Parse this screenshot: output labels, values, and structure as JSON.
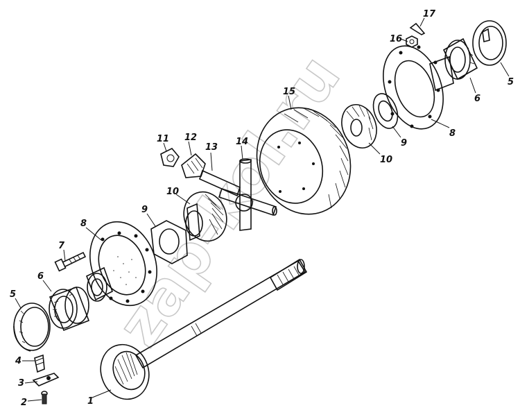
{
  "diagram": {
    "watermark": "zap-kol.ru",
    "labels": {
      "p1": "1",
      "p2": "2",
      "p3": "3",
      "p4": "4",
      "p5a": "5",
      "p5b": "5",
      "p6a": "6",
      "p6b": "6",
      "p7": "7",
      "p8a": "8",
      "p8b": "8",
      "p9a": "9",
      "p9b": "9",
      "p10a": "10",
      "p10b": "10",
      "p11": "11",
      "p12": "12",
      "p13": "13",
      "p14": "14",
      "p15": "15",
      "p16": "16",
      "p17": "17"
    }
  }
}
